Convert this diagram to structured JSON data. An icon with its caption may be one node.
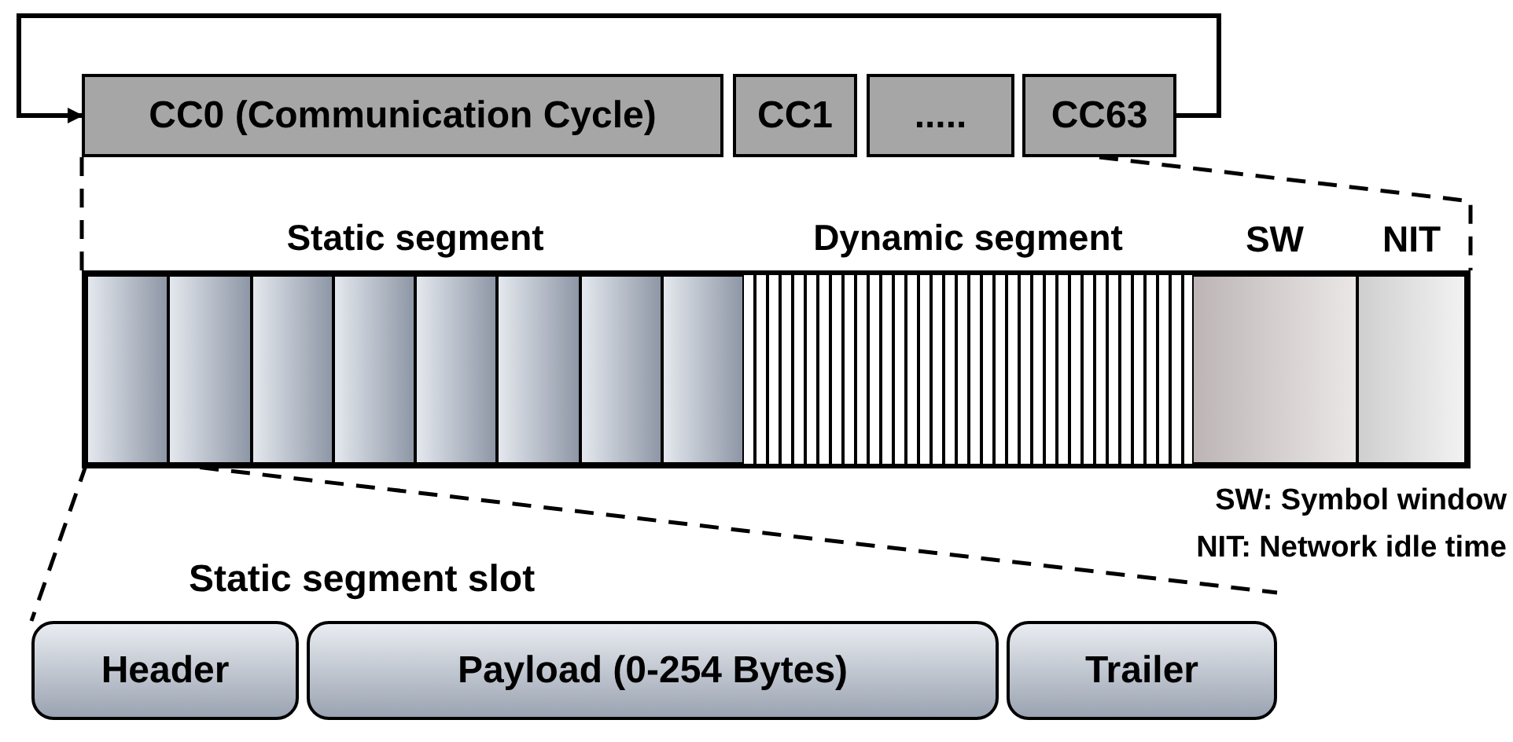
{
  "diagram": {
    "nodes": [
      {
        "text": [
          "CC0 (Communication Cycle)"
        ]
      },
      {
        "text": [
          "CC1"
        ]
      },
      {
        "text": [
          "....."
        ]
      },
      {
        "text": [
          "CC63"
        ]
      },
      {
        "text": [],
        "shape": "bar"
      },
      {
        "text": [
          "Static segment"
        ],
        "in": 4
      },
      {
        "text": [],
        "shape": "box",
        "in": 5
      },
      {
        "text": [],
        "shape": "box",
        "in": 5
      },
      {
        "text": [],
        "shape": "box",
        "in": 5
      },
      {
        "text": [],
        "shape": "box",
        "in": 5
      },
      {
        "text": [],
        "shape": "box",
        "in": 5
      },
      {
        "text": [],
        "shape": "box",
        "in": 5
      },
      {
        "text": [],
        "shape": "box",
        "in": 5
      },
      {
        "text": [],
        "shape": "box",
        "in": 5
      },
      {
        "text": [
          "Dynamic segment"
        ],
        "in": 4
      },
      {
        "text": [
          "SW"
        ],
        "in": 4
      },
      {
        "text": [
          "NIT"
        ],
        "in": 4
      },
      {
        "text": [
          "Header"
        ]
      },
      {
        "text": [
          "Payload (0-254 Bytes)"
        ]
      },
      {
        "text": [
          "Trailer"
        ]
      }
    ],
    "edges": [
      {
        "from": 3,
        "to": 0,
        "arrow": "to"
      },
      {
        "from": 0,
        "to": 4,
        "arrow": "none",
        "style": "dashed"
      },
      {
        "from": 3,
        "to": 4,
        "arrow": "none",
        "style": "dashed"
      },
      {
        "from": 6,
        "to": 17,
        "arrow": "none",
        "style": "dashed"
      },
      {
        "from": 6,
        "to": 19,
        "arrow": "none",
        "style": "dashed"
      }
    ],
    "labels": [
      "SW: Symbol window",
      "NIT: Network idle time",
      "Static segment slot"
    ]
  }
}
